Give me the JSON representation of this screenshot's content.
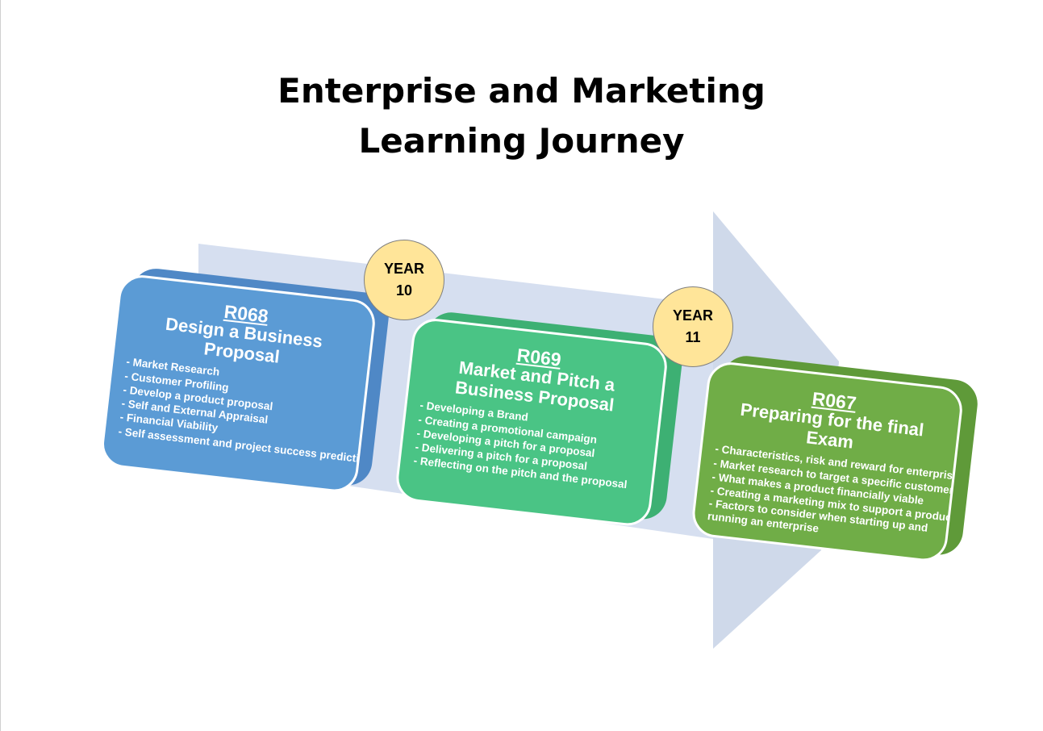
{
  "title": "Enterprise and Marketing",
  "subtitle": "Learning Journey",
  "year_markers": [
    {
      "label": "YEAR",
      "number": "10"
    },
    {
      "label": "YEAR",
      "number": "11"
    }
  ],
  "units": [
    {
      "code": "R068",
      "name": "Design a Business Proposal",
      "items": [
        "- Market Research",
        "- Customer Profiling",
        "- Develop a product proposal",
        "- Self and External Appraisal",
        "- Financial Viability",
        "- Self assessment and project success prediction"
      ],
      "color": "#5b9bd5"
    },
    {
      "code": "R069",
      "name": "Market and Pitch a Business Proposal",
      "items": [
        "- Developing a Brand",
        "- Creating a promotional campaign",
        "- Developing a pitch for a proposal",
        "- Delivering a pitch for a proposal",
        "- Reflecting on the pitch and the proposal"
      ],
      "color": "#4ac485"
    },
    {
      "code": "R067",
      "name": "Preparing for the final Exam",
      "items": [
        "- Characteristics, risk and reward for enterprise",
        "- Market research to target a specific customer",
        "- What makes a product financially viable",
        "- Creating a marketing mix to support a product",
        "- Factors to consider when starting up and running an enterprise"
      ],
      "color": "#70ad47"
    }
  ],
  "arrow_color": "#cfd9ea"
}
